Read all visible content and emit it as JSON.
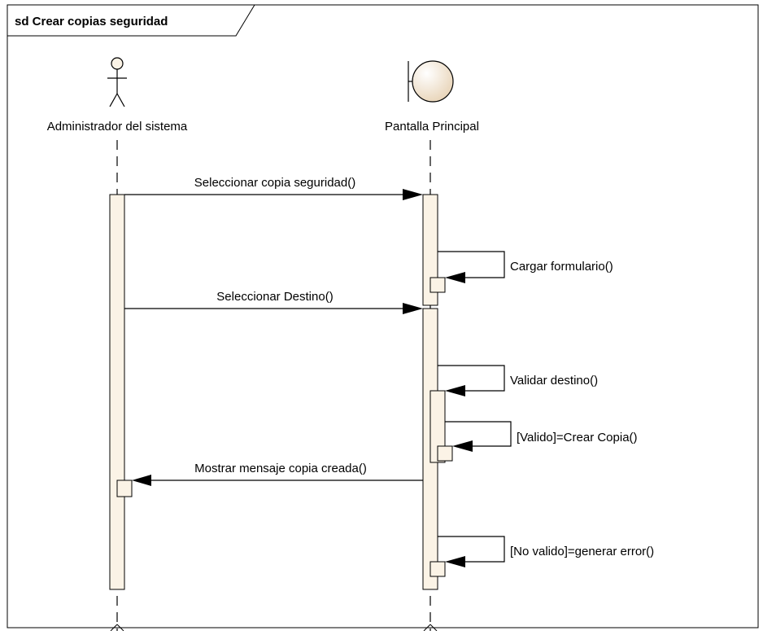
{
  "frame": {
    "title": "sd Crear copias seguridad"
  },
  "lifelines": {
    "actor": {
      "name": "Administrador del sistema",
      "kind": "actor"
    },
    "boundary": {
      "name": "Pantalla Principal",
      "kind": "boundary"
    }
  },
  "messages": [
    {
      "label": "Seleccionar copia seguridad()",
      "kind": "call"
    },
    {
      "label": "Cargar formulario()",
      "kind": "self"
    },
    {
      "label": "Seleccionar Destino()",
      "kind": "call"
    },
    {
      "label": "Validar destino()",
      "kind": "self"
    },
    {
      "label": "[Valido]=Crear Copia()",
      "kind": "self"
    },
    {
      "label": "Mostrar mensaje copia creada()",
      "kind": "call"
    },
    {
      "label": "[No valido]=generar error()",
      "kind": "self"
    }
  ],
  "colors": {
    "activation_fill": "#fbf3e6",
    "boundary_fill": "#f4e6d2",
    "line": "#000000"
  }
}
